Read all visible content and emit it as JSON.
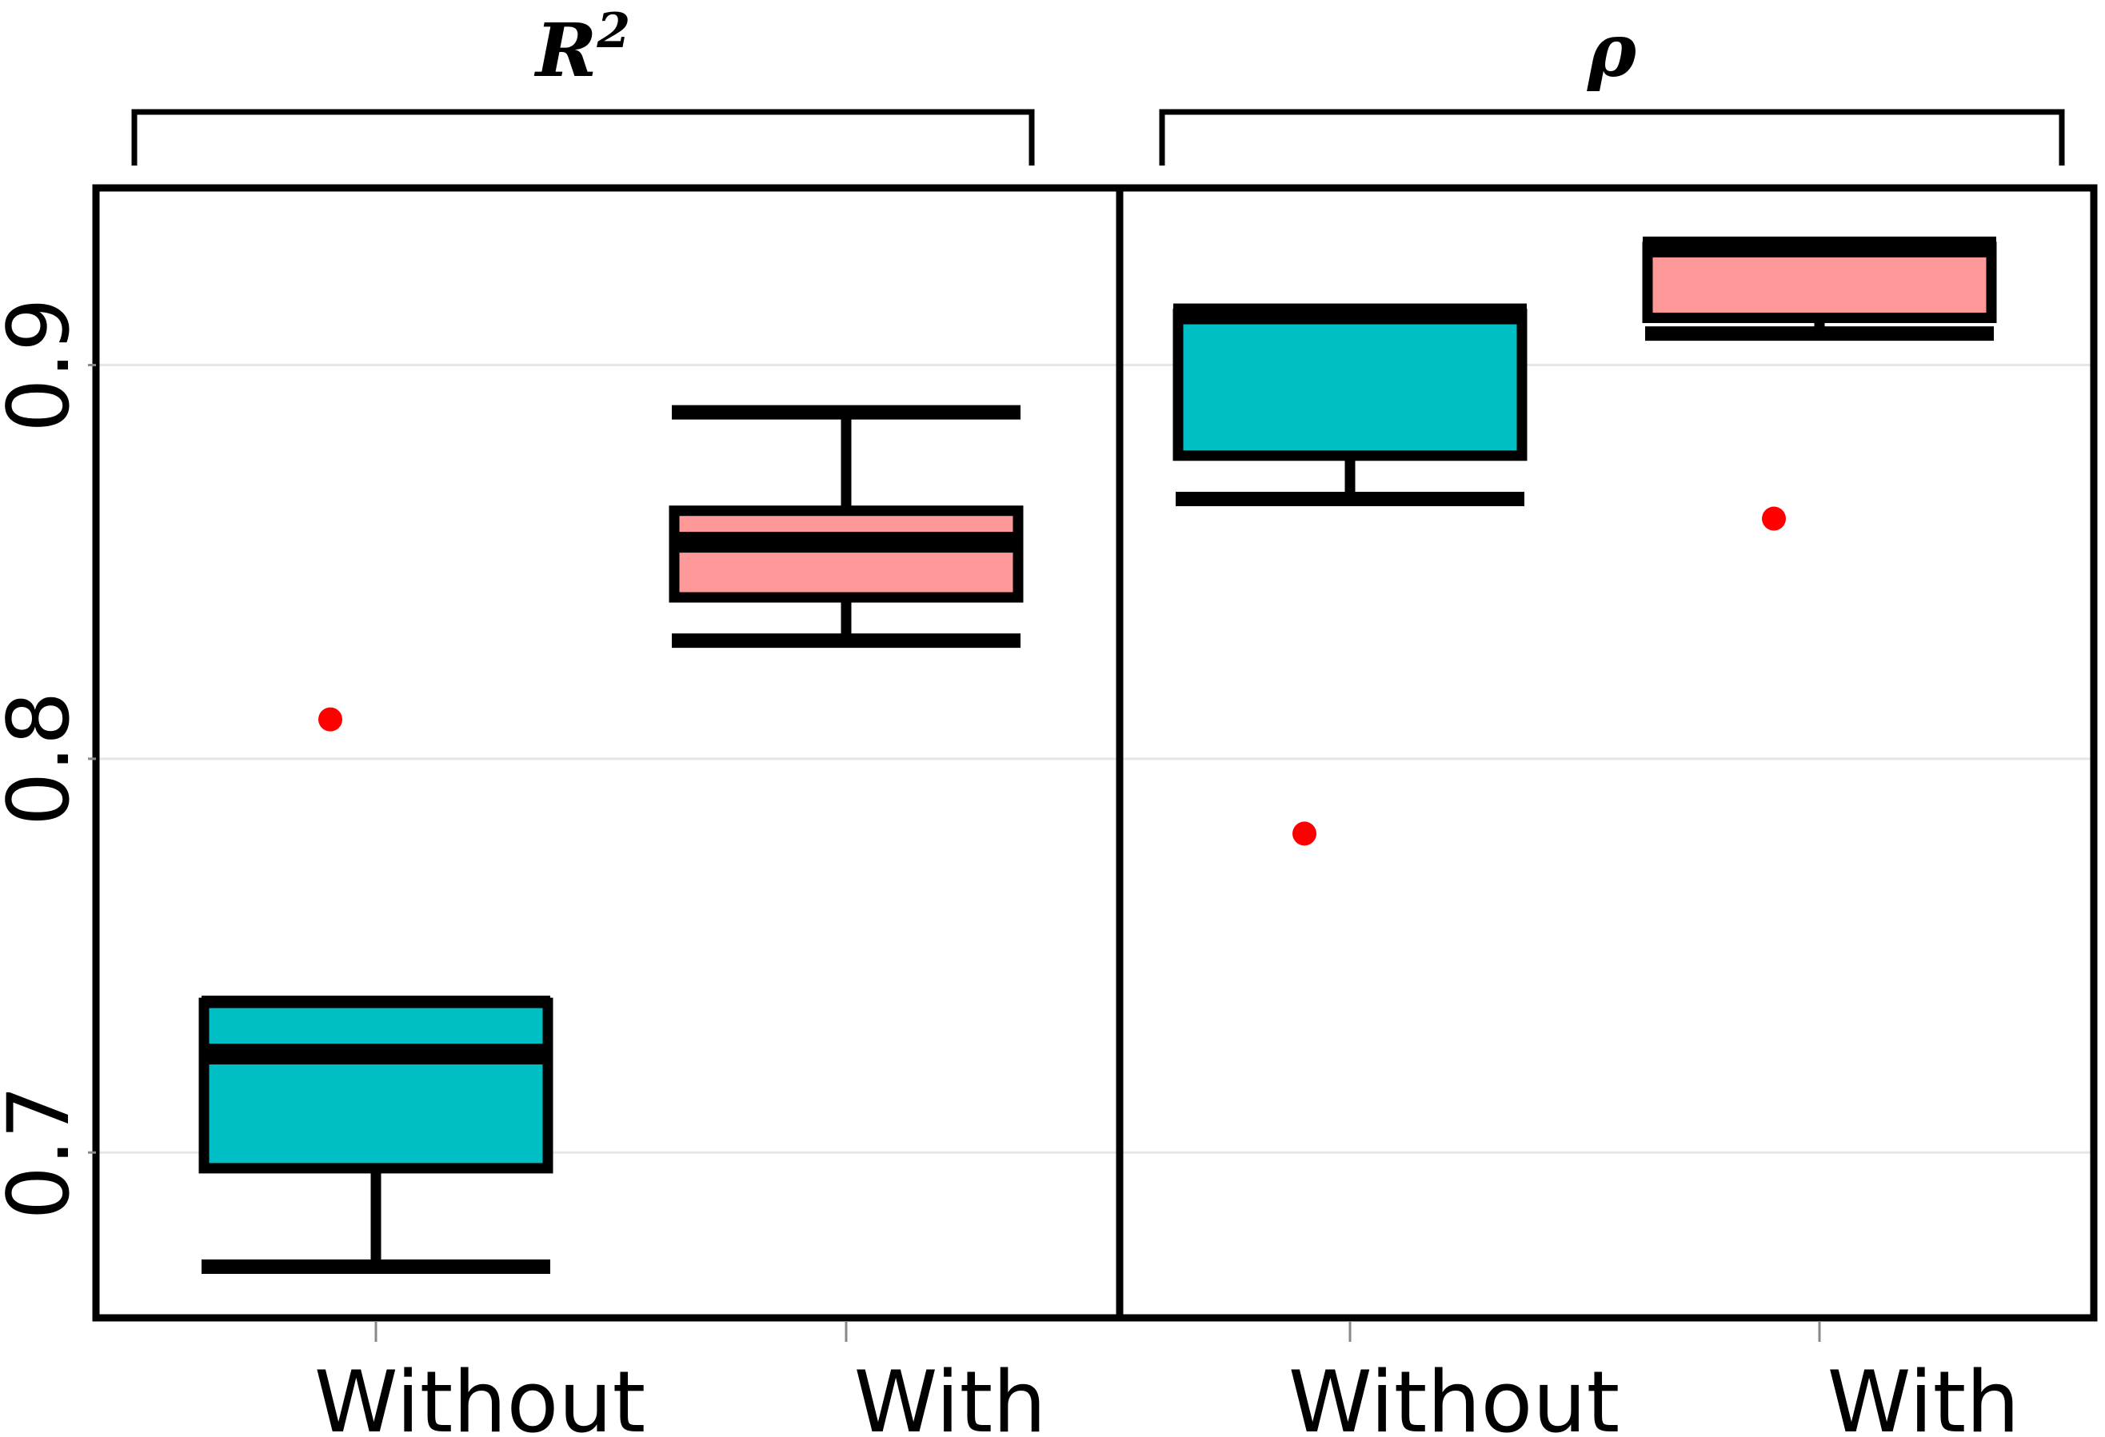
{
  "chart_data": {
    "type": "box",
    "ylim": [
      0.658,
      0.945
    ],
    "yticks": [
      0.7,
      0.8,
      0.9
    ],
    "ytick_labels": [
      "0.7",
      "0.8",
      "0.9"
    ],
    "grid": true,
    "groups": [
      {
        "title": "R",
        "title_sup": "2",
        "boxes": [
          {
            "label": "Without",
            "color": "#00BFC4",
            "whisker_low": 0.671,
            "q1": 0.696,
            "median": 0.725,
            "q3": 0.738,
            "whisker_high": 0.738,
            "outliers": [
              0.81
            ]
          },
          {
            "label": "With",
            "color": "#FF9999",
            "whisker_low": 0.83,
            "q1": 0.841,
            "median": 0.855,
            "q3": 0.863,
            "whisker_high": 0.888,
            "outliers": []
          }
        ]
      },
      {
        "title": "ρ",
        "title_sup": "",
        "boxes": [
          {
            "label": "Without",
            "color": "#00BFC4",
            "whisker_low": 0.866,
            "q1": 0.877,
            "median": 0.913,
            "q3": 0.913,
            "whisker_high": 0.913,
            "outliers": [
              0.781
            ]
          },
          {
            "label": "With",
            "color": "#FF9999",
            "whisker_low": 0.908,
            "q1": 0.912,
            "median": 0.93,
            "q3": 0.93,
            "whisker_high": 0.93,
            "outliers": [
              0.861
            ]
          }
        ]
      }
    ]
  }
}
